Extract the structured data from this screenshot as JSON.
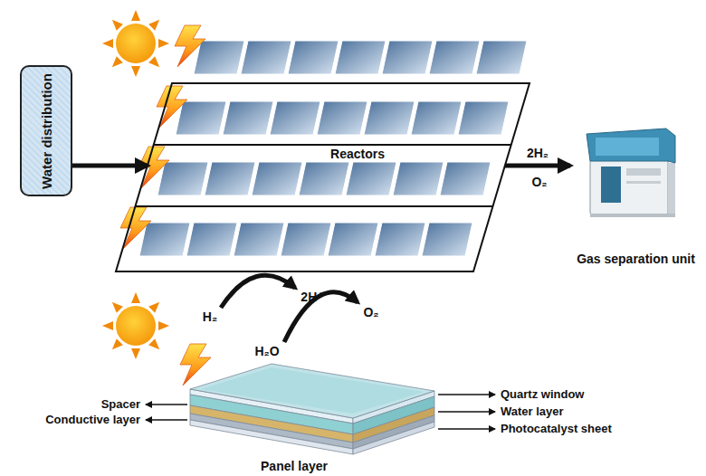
{
  "diagram": {
    "nodes": [
      {
        "text": [
          "Water distribution"
        ]
      },
      {
        "text": [
          "Reactors"
        ]
      },
      {
        "text": [
          "Gas separation unit"
        ]
      }
    ],
    "edges": [
      {
        "from": 0,
        "to": 1,
        "arrow": "to"
      },
      {
        "from": 1,
        "to": 2,
        "arrow": "to",
        "label": "2H₂"
      }
    ],
    "labels": [
      "O₂",
      "H₂",
      "2H⁺",
      "H₂O",
      "O₂",
      "Spacer",
      "Conductive layer",
      "Quartz window",
      "Water layer",
      "Photocatalyst sheet",
      "Panel layer"
    ]
  }
}
